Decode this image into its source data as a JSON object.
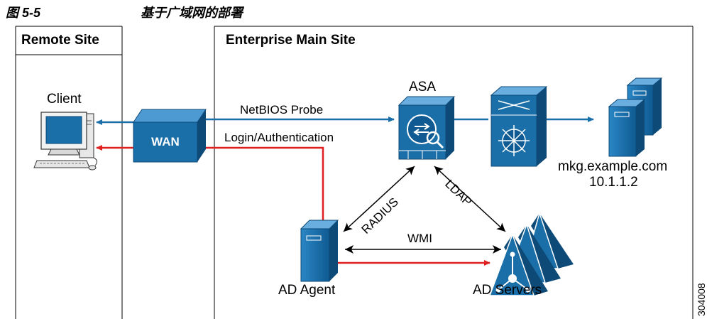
{
  "figure": {
    "number": "图 5-5",
    "title": "基于广域网的部署",
    "tag": "304008"
  },
  "zones": {
    "remote": "Remote Site",
    "enterprise": "Enterprise Main Site"
  },
  "nodes": {
    "client": "Client",
    "wan": "WAN",
    "asa": "ASA",
    "server_name": "mkg.example.com",
    "server_ip": "10.1.1.2",
    "ad_agent": "AD Agent",
    "ad_servers": "AD Servers"
  },
  "links": {
    "netbios": "NetBIOS Probe",
    "login": "Login/Authentication",
    "radius": "RADIUS",
    "ldap": "LDAP",
    "wmi": "WMI"
  },
  "colors": {
    "device": "#1a6fa8",
    "device_dark": "#0d4a78",
    "arrow_blue": "#1a6fa8",
    "arrow_red": "#e02020",
    "frame": "#000000"
  }
}
